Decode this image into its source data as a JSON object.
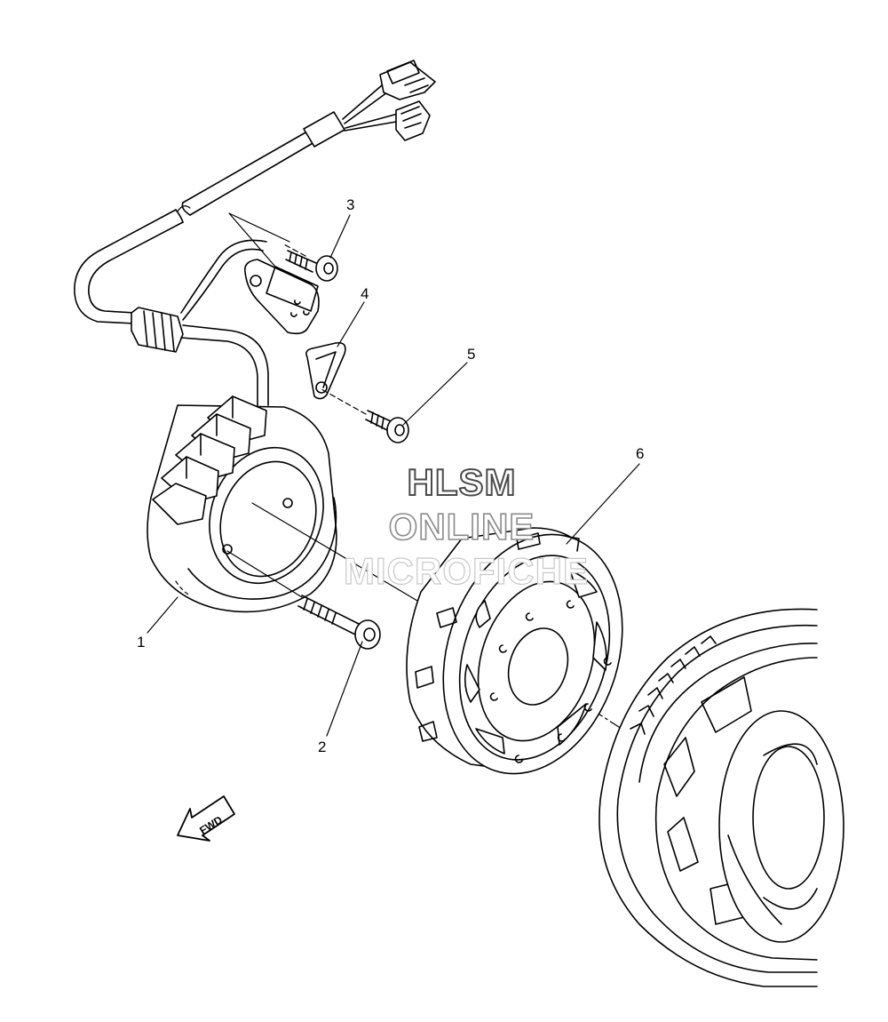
{
  "callouts": [
    {
      "id": "1",
      "label": "1"
    },
    {
      "id": "2",
      "label": "2"
    },
    {
      "id": "3",
      "label": "3"
    },
    {
      "id": "4",
      "label": "4"
    },
    {
      "id": "5",
      "label": "5"
    },
    {
      "id": "6",
      "label": "6"
    }
  ],
  "watermark": {
    "line1": "HLSM",
    "line2": "ONLINE",
    "line3": "MICROFICHE"
  },
  "fwd_label": "FWD",
  "colors": {
    "line": "#000000",
    "background": "#ffffff",
    "watermark_dark": "#4a4a4a"
  }
}
